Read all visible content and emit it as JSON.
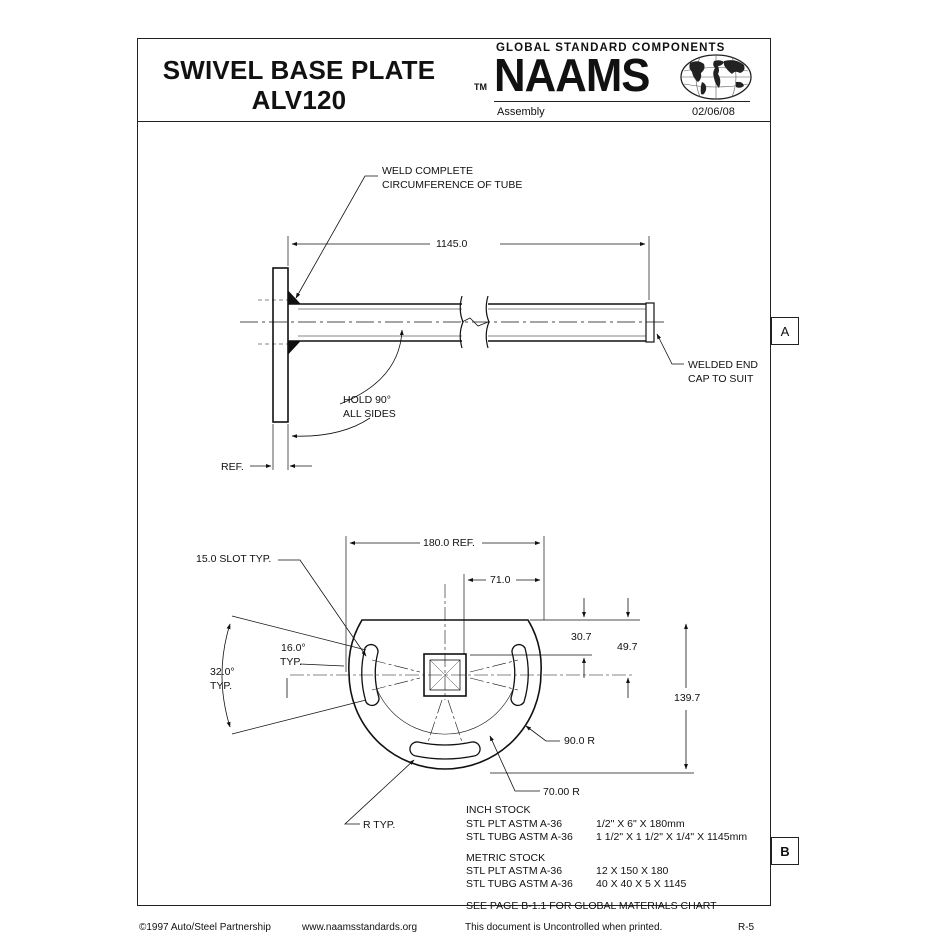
{
  "header": {
    "title_line1": "SWIVEL BASE PLATE",
    "title_line2": "ALV120",
    "brand_tagline": "GLOBAL STANDARD COMPONENTS",
    "brand_tm": "TM",
    "brand_name": "NAAMS",
    "doc_type": "Assembly",
    "date": "02/06/08"
  },
  "side_tabs": {
    "a": "A",
    "b": "B"
  },
  "side_view": {
    "weld_note_line1": "WELD COMPLETE",
    "weld_note_line2": "CIRCUMFERENCE OF TUBE",
    "length_dim": "1145.0",
    "end_cap_line1": "WELDED END",
    "end_cap_line2": "CAP TO SUIT",
    "hold_line1": "HOLD 90°",
    "hold_line2": "ALL SIDES",
    "ref_label": "REF."
  },
  "plan_view": {
    "width_ref": "180.0 REF.",
    "slot": "15.0 SLOT TYP.",
    "offset_71": "71.0",
    "dim_30_7": "30.7",
    "dim_49_7": "49.7",
    "dim_139_7": "139.7",
    "angle16_line1": "16.0°",
    "angle16_line2": "TYP.",
    "angle32_line1": "32.0°",
    "angle32_line2": "TYP.",
    "radius_90": "90.0 R",
    "radius_70": "70.00 R",
    "r_typ": "R TYP."
  },
  "materials": {
    "inch_heading": "INCH STOCK",
    "inch_rows": [
      {
        "item": "STL PLT   ASTM A-36",
        "size": "1/2\" X 6\" X 180mm"
      },
      {
        "item": "STL TUBG   ASTM A-36",
        "size": "1 1/2\" X 1 1/2\" X 1/4\" X 1145mm"
      }
    ],
    "metric_heading": "METRIC STOCK",
    "metric_rows": [
      {
        "item": "STL PLT   ASTM A-36",
        "size": "12 X 150 X 180"
      },
      {
        "item": "STL TUBG   ASTM A-36",
        "size": "40 X 40 X 5 X 1145"
      }
    ],
    "note": "SEE PAGE B-1.1 FOR GLOBAL MATERIALS CHART"
  },
  "footer": {
    "copyright": "©1997  Auto/Steel  Partnership",
    "website": "www.naamsstandards.org",
    "disclaimer": "This  document  is  Uncontrolled  when  printed.",
    "page": "R-5"
  }
}
